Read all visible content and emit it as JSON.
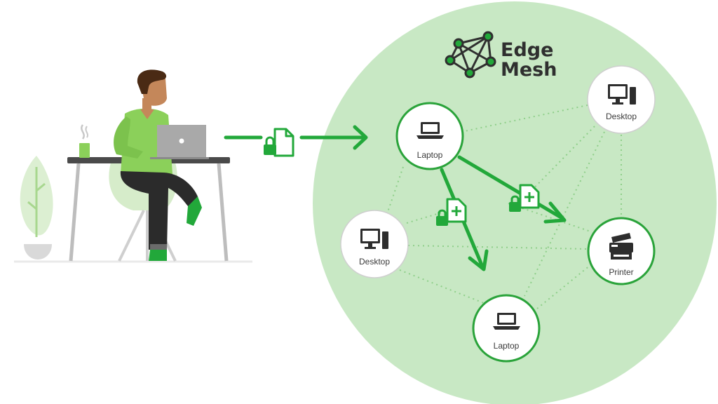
{
  "brand": {
    "name_line1": "Edge",
    "name_line2": "Mesh",
    "logo_icon": "mesh-network-icon"
  },
  "colors": {
    "mesh_fill": "#c8e8c4",
    "accent_green": "#22a83a",
    "node_stroke": "#2aa33a",
    "link_dotted": "#8fcf8a",
    "device_icon": "#2d2d2d",
    "person_shirt": "#8bd05a",
    "person_pants": "#2b2b2b",
    "person_skin": "#c4875a",
    "person_hair": "#4a2a14",
    "laptop_gray": "#a9a9a9"
  },
  "nodes": {
    "laptop_top": {
      "label": "Laptop",
      "icon": "laptop-icon"
    },
    "desktop_right": {
      "label": "Desktop",
      "icon": "desktop-computer-icon"
    },
    "desktop_left": {
      "label": "Desktop",
      "icon": "desktop-computer-icon"
    },
    "printer": {
      "label": "Printer",
      "icon": "printer-icon"
    },
    "laptop_bottom": {
      "label": "Laptop",
      "icon": "laptop-icon"
    }
  },
  "transfers": [
    {
      "icon": "locked-file-icon"
    },
    {
      "icon": "locked-file-add-icon"
    },
    {
      "icon": "locked-file-add-icon"
    }
  ]
}
